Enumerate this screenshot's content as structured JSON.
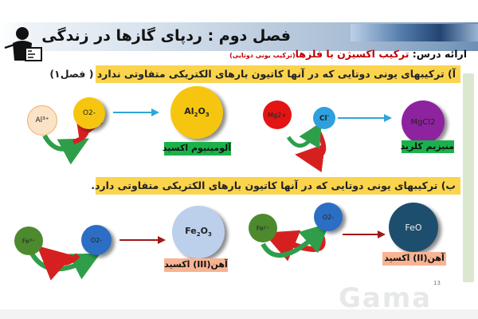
{
  "header": {
    "title": "فصل دوم : ردپای گازها در زندگی"
  },
  "lesson": {
    "prefix": "ارائه درس:",
    "topic": " ترکیب اکسیژن با فلزها",
    "note": "(ترکیب یونی دوتایی)"
  },
  "section_a": {
    "text": "آ) ترکیبهای یونی دوتایی که در آنها کاتیون بارهای الکتریکی متفاوتی ندارد ( فصل۱)",
    "left": {
      "cation": "Al³⁺",
      "anion": "O2-",
      "product_main": "Al",
      "product_sub1": "2",
      "product_mid": "O",
      "product_sub2": "3",
      "name": "آلومینیوم اکسید"
    },
    "right": {
      "cation": "Mg2+",
      "anion": "Cl",
      "anion_sup": "-",
      "product": "MgCl2",
      "name": "منیزیم کلرید"
    }
  },
  "section_b": {
    "text": "ب) ترکیبهای یونی دوتایی که در آنها کاتیون بارهای الکتریکی متفاوتی دارد.",
    "left": {
      "cation": "Fe³⁺",
      "anion": "O2-",
      "product_main": "Fe",
      "product_sub1": "2",
      "product_mid": "O",
      "product_sub2": "3",
      "name": "آهن(III) اکسید"
    },
    "right": {
      "cation": "Fe²⁺",
      "anion": "O2-",
      "product": "FeO",
      "name": "آهن(II) اکسید"
    }
  },
  "footer": {
    "page_number": "13",
    "watermark": "Gama"
  },
  "colors": {
    "banner": "#fbd44d",
    "green_arrow": "#2e9e4a",
    "red_arrow": "#d62020",
    "blue_arrow": "#2fa6d8",
    "dark_red_arrow": "#a01818"
  }
}
